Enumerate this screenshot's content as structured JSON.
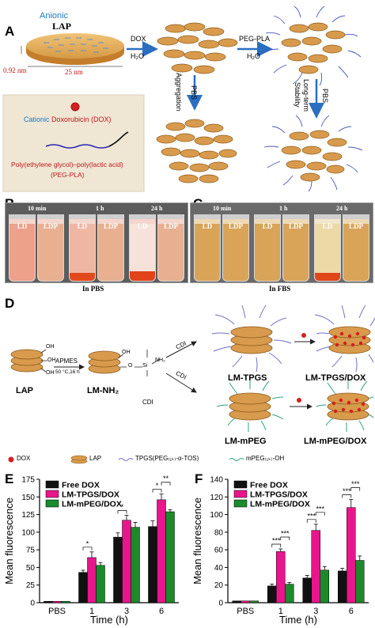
{
  "panels": {
    "a": "A",
    "b": "B",
    "c": "C",
    "d": "D",
    "e": "E",
    "f": "F"
  },
  "panel_a": {
    "anionic": "Anionic",
    "lap": "LAP",
    "thickness": "0.92 nm",
    "diameter": "25 nm",
    "dox": "DOX",
    "h2o_1": "H₂O",
    "peg_pla": "PEG-PLA",
    "h2o_2": "H₂O",
    "pbs_1": "PBS",
    "aggregation": "Aggregation",
    "pbs_2": "PBS",
    "long_term": "Long-term",
    "stability": "Stability",
    "legend_cationic": "Cationic",
    "legend_dox": "Doxorubicin (DOX)",
    "legend_polymer_1": "Poly(ethylene glycol)–poly(lactic acid)",
    "legend_polymer_2": "(PEG-PLA)"
  },
  "panel_b": {
    "caption": "In PBS",
    "times": [
      "10 min",
      "1 h",
      "24 h"
    ],
    "vials": [
      "LD",
      "LDP",
      "LD",
      "LDP",
      "LD",
      "LDP"
    ]
  },
  "panel_c": {
    "caption": "In FBS",
    "times": [
      "10 min",
      "1 h",
      "24 h"
    ],
    "vials": [
      "LD",
      "LDP",
      "LD",
      "LDP",
      "LD",
      "LDP"
    ]
  },
  "panel_d": {
    "lap": "LAP",
    "oh": "OH",
    "apmes": "APMES",
    "condition": "50 °C,16 h",
    "si": "Si",
    "o": "O",
    "nh2": "NH₂",
    "lm_nh2": "LM-NH₂",
    "cdi_1": "CDI",
    "cdi_2": "CDI",
    "cdi_3": "CDI",
    "lm_tpgs": "LM-TPGS",
    "lm_tpgs_dox": "LM-TPGS/DOX",
    "lm_mpeg": "LM-mPEG",
    "lm_mpeg_dox": "LM-mPEG/DOX",
    "legend": [
      "DOX",
      "LAP",
      "TPGS(PEG₍₁ₖ₎-α-TOS)",
      "mPEG₍₁ₖ₎-OH"
    ]
  },
  "colors": {
    "free_dox": "#111111",
    "lm_tpgs_dox": "#e8158c",
    "lm_mpeg_dox": "#1a8a2a",
    "lap": "#c8963c",
    "dox_dot": "#d81e1e",
    "tpgs_chain": "#7070c8",
    "mpeg_chain": "#30a080"
  },
  "chart_data": [
    {
      "type": "bar",
      "panel": "E",
      "ylabel": "Mean fluorescence",
      "xlabel": "Time (h)",
      "categories": [
        "PBS",
        "1",
        "3",
        "6"
      ],
      "ylim": [
        0,
        175
      ],
      "yticks": [
        0,
        25,
        50,
        75,
        100,
        125,
        150,
        175
      ],
      "series": [
        {
          "name": "Free DOX",
          "values": [
            2,
            43,
            93,
            108
          ],
          "errors": [
            0,
            3,
            6,
            8
          ]
        },
        {
          "name": "LM-TPGS/DOX",
          "values": [
            2,
            64,
            117,
            146
          ],
          "errors": [
            0,
            8,
            7,
            8
          ]
        },
        {
          "name": "LM-mPEG/DOX",
          "values": [
            2,
            53,
            107,
            129
          ],
          "errors": [
            0,
            4,
            7,
            3
          ]
        }
      ],
      "significance": [
        "*",
        "*",
        "*",
        "**"
      ],
      "legend": "top-left",
      "grid": false
    },
    {
      "type": "bar",
      "panel": "F",
      "ylabel": "Mean fluorescence",
      "xlabel": "Time (h)",
      "categories": [
        "PBS",
        "1",
        "3",
        "6"
      ],
      "ylim": [
        0,
        140
      ],
      "yticks": [
        0,
        20,
        40,
        60,
        80,
        100,
        120,
        140
      ],
      "series": [
        {
          "name": "Free DOX",
          "values": [
            2,
            19,
            28,
            36
          ],
          "errors": [
            0,
            2,
            3,
            3
          ]
        },
        {
          "name": "LM-TPGS/DOX",
          "values": [
            2,
            58,
            82,
            108
          ],
          "errors": [
            0,
            3,
            7,
            9
          ]
        },
        {
          "name": "LM-mPEG/DOX",
          "values": [
            2,
            21,
            37,
            48
          ],
          "errors": [
            0,
            2,
            4,
            5
          ]
        }
      ],
      "significance": [
        "***",
        "***",
        "***",
        "***",
        "***",
        "***"
      ],
      "legend": "top-left",
      "grid": false
    }
  ]
}
